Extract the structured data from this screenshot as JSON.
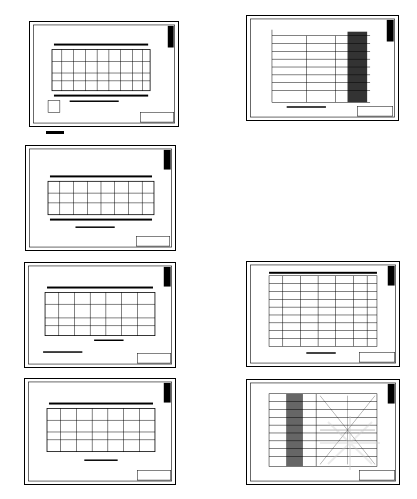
{
  "drawing_set": {
    "sheets": [
      {
        "id": "floor-plan-1",
        "kind": "plan"
      },
      {
        "id": "elevation-1",
        "kind": "elevation"
      },
      {
        "id": "floor-plan-2",
        "kind": "plan"
      },
      {
        "id": "floor-plan-3",
        "kind": "plan"
      },
      {
        "id": "elevation-2",
        "kind": "elevation"
      },
      {
        "id": "floor-plan-4",
        "kind": "plan"
      },
      {
        "id": "elevation-3",
        "kind": "elevation"
      }
    ]
  },
  "colors": {
    "line": "#000000",
    "background": "#ffffff",
    "watermark": "#c8c8c8"
  }
}
